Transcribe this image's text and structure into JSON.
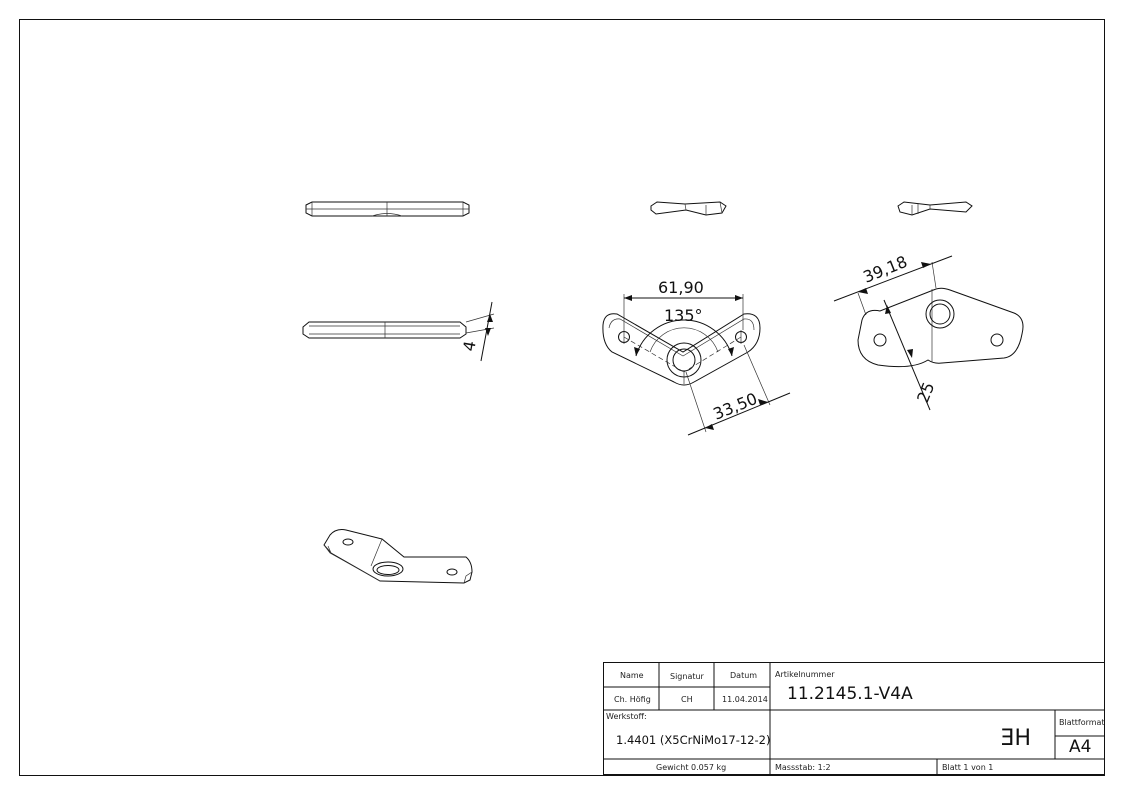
{
  "dimensions": {
    "width_61_90": "61,90",
    "angle_135": "135°",
    "dist_33_50": "33,50",
    "width_39_18": "39,18",
    "height_25": "25",
    "thickness_4": "4"
  },
  "title_block": {
    "col_name": "Name",
    "col_signatur": "Signatur",
    "col_datum": "Datum",
    "name_value": "Ch. Höfig",
    "signatur_value": "CH",
    "datum_value": "11.04.2014",
    "artikelnummer_label": "Artikelnummer",
    "artikelnummer_value": "11.2145.1-V4A",
    "werkstoff_label": "Werkstoff:",
    "werkstoff_value": "1.4401 (X5CrNiMo17-12-2)",
    "gewicht": "Gewicht 0.057 kg",
    "massstab": "Massstab: 1:2",
    "blatt": "Blatt 1 von 1",
    "blattformat_label": "Blattformat",
    "blattformat_value": "A4",
    "company_mark": "HE"
  }
}
